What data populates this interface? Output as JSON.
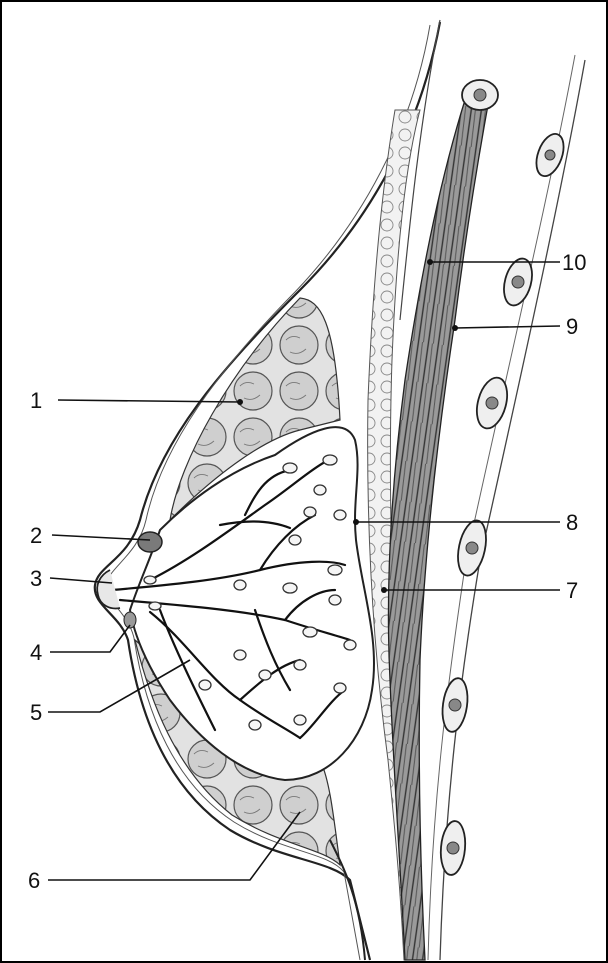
{
  "labels": [
    {
      "id": "1",
      "text": "1"
    },
    {
      "id": "2",
      "text": "2"
    },
    {
      "id": "3",
      "text": "3"
    },
    {
      "id": "4",
      "text": "4"
    },
    {
      "id": "5",
      "text": "5"
    },
    {
      "id": "6",
      "text": "6"
    },
    {
      "id": "7",
      "text": "7"
    },
    {
      "id": "8",
      "text": "8"
    },
    {
      "id": "9",
      "text": "9"
    },
    {
      "id": "10",
      "text": "10"
    }
  ],
  "colors": {
    "ink": "#222222",
    "tissue_fill": "#d8d8d8",
    "muscle_fill": "#8a8a8a",
    "gland_fill": "#ffffff",
    "background": "#ffffff"
  }
}
